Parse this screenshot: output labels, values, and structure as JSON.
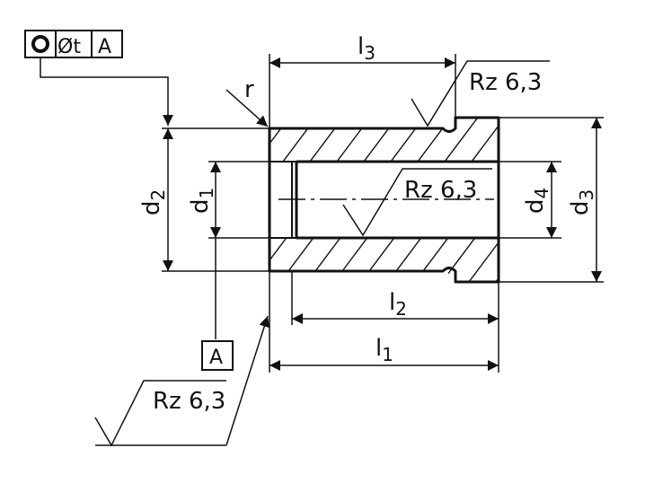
{
  "tolerance_frame": {
    "symbol": "coaxiality",
    "value": "Øt",
    "datum": "A"
  },
  "datum_label": "A",
  "roughness": {
    "top": "Rz 6,3",
    "bore": "Rz 6,3",
    "face": "Rz 6,3"
  },
  "dimensions": {
    "l1": {
      "main": "l",
      "sub": "1"
    },
    "l2": {
      "main": "l",
      "sub": "2"
    },
    "l3": {
      "main": "l",
      "sub": "3"
    },
    "d1": {
      "main": "d",
      "sub": "1"
    },
    "d2": {
      "main": "d",
      "sub": "2"
    },
    "d3": {
      "main": "d",
      "sub": "3"
    },
    "d4": {
      "main": "d",
      "sub": "4"
    },
    "r": "r"
  }
}
